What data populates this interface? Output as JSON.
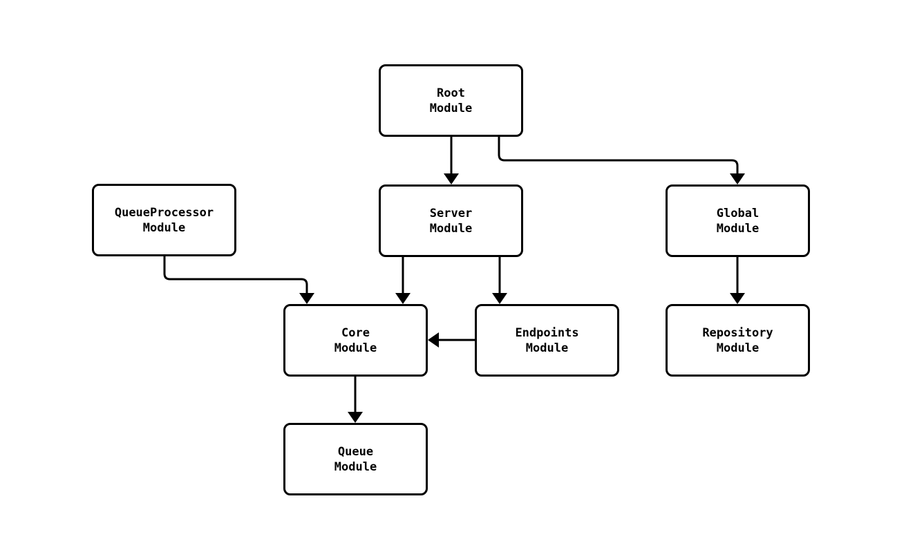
{
  "diagram": {
    "type": "module-dependency-flowchart",
    "colors": {
      "stroke": "#000000",
      "node_fill": "#ffffff",
      "text": "#000000",
      "background": "#ffffff"
    },
    "nodes": [
      {
        "id": "root",
        "lines": [
          "Root",
          "Module"
        ]
      },
      {
        "id": "queueprocessor",
        "lines": [
          "QueueProcessor",
          "Module"
        ]
      },
      {
        "id": "server",
        "lines": [
          "Server",
          "Module"
        ]
      },
      {
        "id": "global",
        "lines": [
          "Global",
          "Module"
        ]
      },
      {
        "id": "core",
        "lines": [
          "Core",
          "Module"
        ]
      },
      {
        "id": "endpoints",
        "lines": [
          "Endpoints",
          "Module"
        ]
      },
      {
        "id": "repository",
        "lines": [
          "Repository",
          "Module"
        ]
      },
      {
        "id": "queue",
        "lines": [
          "Queue",
          "Module"
        ]
      }
    ],
    "edges": [
      {
        "from": "root",
        "to": "server"
      },
      {
        "from": "root",
        "to": "global"
      },
      {
        "from": "queueprocessor",
        "to": "core"
      },
      {
        "from": "server",
        "to": "core"
      },
      {
        "from": "server",
        "to": "endpoints"
      },
      {
        "from": "global",
        "to": "repository"
      },
      {
        "from": "endpoints",
        "to": "core"
      },
      {
        "from": "core",
        "to": "queue"
      }
    ]
  }
}
